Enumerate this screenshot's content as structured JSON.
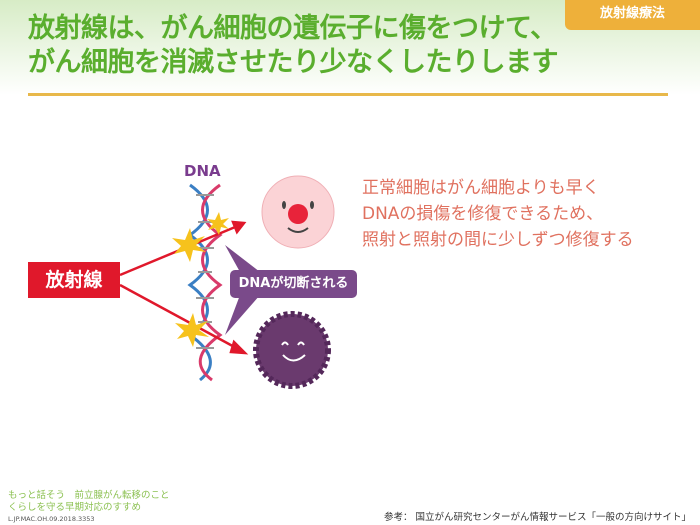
{
  "header": {
    "title_line1": "放射線は、がん細胞の遺伝子に傷をつけて、",
    "title_line2": "がん細胞を消滅させたり少なくしたりします",
    "tag": "放射線療法"
  },
  "diagram": {
    "dna_label": "DNA",
    "radiation_label": "放射線",
    "dna_cut_label": "DNAが切断される",
    "description": [
      "正常細胞はがん細胞よりも早く",
      "DNAの損傷を修復できるため、",
      "照射と照射の間に少しずつ修復する"
    ]
  },
  "footer": {
    "series_line1": "もっと話そう　前立腺がん転移のこと",
    "series_line2": "くらしを守る早期対応のすすめ",
    "code": "L.JP.MAC.OH.09.2018.3353",
    "reference": "参考：  国立がん研究センターがん情報サービス「一般の方向けサイト」"
  },
  "colors": {
    "title": "#5aae2e",
    "accent": "#eeb03a",
    "radiation": "#e0182b",
    "dna_cut": "#7a4a8a",
    "description": "#e0715f"
  }
}
